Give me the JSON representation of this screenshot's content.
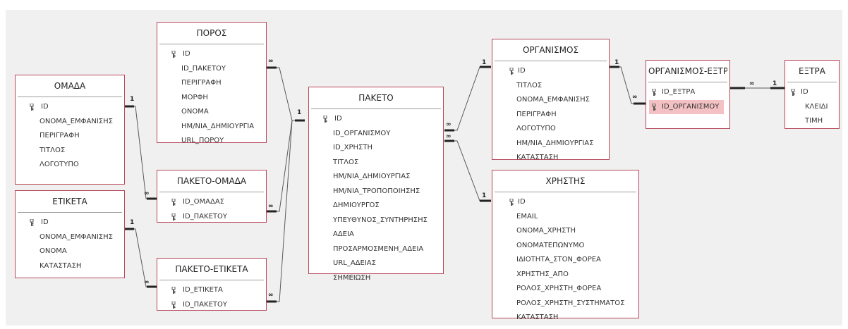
{
  "diagram": {
    "colors": {
      "pane_background": "#f0f0f0",
      "table_border": "#b7475a",
      "selected_field": "#f3c1c4",
      "relationship_line": "#5a5a5a"
    },
    "tables": {
      "poros": {
        "title": "ΠΟΡΟΣ",
        "fields": [
          "ID",
          "ID_ΠΑΚΕΤΟΥ",
          "ΠΕΡΙΓΡΑΦΗ",
          "ΜΟΡΦΗ",
          "ΟΝΟΜΑ",
          "ΗΜ/ΝΙΑ_ΔΗΜΙΟΥΡΓΙΑ",
          "URL_ΠΟΡΟΥ"
        ]
      },
      "omada": {
        "title": "ΟΜΑΔΑ",
        "fields": [
          "ID",
          "ΟΝΟΜΑ_ΕΜΦΑΝΙΣΗΣ",
          "ΠΕΡΙΓΡΑΦΗ",
          "ΤΙΤΛΟΣ",
          "ΛΟΓΟΤΥΠΟ"
        ]
      },
      "paketo_omada": {
        "title": "ΠΑΚΕΤΟ-ΟΜΑΔΑ",
        "fields": [
          "ID_ΟΜΑΔΑΣ",
          "ID_ΠΑΚΕΤΟΥ"
        ]
      },
      "etiketa": {
        "title": "ΕΤΙΚΕΤΑ",
        "fields": [
          "ID",
          "ΟΝΟΜΑ_ΕΜΦΑΝΙΣΗΣ",
          "ΟΝΟΜΑ",
          "ΚΑΤΑΣΤΑΣΗ"
        ]
      },
      "paketo_etiketa": {
        "title": "ΠΑΚΕΤΟ-ΕΤΙΚΕΤΑ",
        "fields": [
          "ID_ΕΤΙΚΕΤΑ",
          "ID_ΠΑΚΕΤΟΥ"
        ]
      },
      "paketo": {
        "title": "ΠΑΚΕΤΟ",
        "fields": [
          "ID",
          "ID_ΟΡΓΑΝΙΣΜΟΥ",
          "ID_ΧΡΗΣΤΗ",
          "ΤΙΤΛΟΣ",
          "ΗΜ/ΝΙΑ_ΔΗΜΙΟΥΡΓΙΑΣ",
          "ΗΜ/ΝΙΑ_ΤΡΟΠΟΠΟΙΗΣΗΣ",
          "ΔΗΜΙΟΥΡΓΟΣ",
          "ΥΠΕΥΘΥΝΟΣ_ΣΥΝΤΗΡΗΣΗΣ",
          "ΑΔΕΙΑ",
          "ΠΡΟΣΑΡΜΟΣΜΕΝΗ_ΑΔΕΙΑ",
          "URL_ΑΔΕΙΑΣ",
          "ΣΗΜΕΙΩΣΗ"
        ]
      },
      "organismos": {
        "title": "ΟΡΓΑΝΙΣΜΟΣ",
        "fields": [
          "ID",
          "ΤΙΤΛΟΣ",
          "ΟΝΟΜΑ_ΕΜΦΑΝΙΣΗΣ",
          "ΠΕΡΙΓΡΑΦΗ",
          "ΛΟΓΟΤΥΠΟ",
          "ΗΜ/ΝΙΑ_ΔΗΜΙΟΥΡΓΙΑΣ",
          "ΚΑΤΑΣΤΑΣΗ"
        ]
      },
      "xristis": {
        "title": "ΧΡΗΣΤΗΣ",
        "fields": [
          "ID",
          "EMAIL",
          "ΟΝΟΜΑ_ΧΡΗΣΤΗ",
          "ΟΝΟΜΑΤΕΠΩΝΥΜΟ",
          "ΙΔΙΟΤΗΤΑ_ΣΤΟΝ_ΦΟΡΕΑ",
          "ΧΡΗΣΤΗΣ_ΑΠΟ",
          "ΡΟΛΟΣ_ΧΡΗΣΤΗ_ΦΟΡΕΑ",
          "ΡΟΛΟΣ_ΧΡΗΣΤΗ_ΣΥΣΤΗΜΑΤΟΣ",
          "ΚΑΤΑΣΤΑΣΗ"
        ]
      },
      "organismos_extra": {
        "title": "ΟΡΓΑΝΙΣΜΟΣ-ΕΞΤΡΑ",
        "fields": [
          "ID_ΕΞΤΡΑ",
          "ID_ΟΡΓΑΝΙΣΜΟΥ"
        ],
        "selected_field": "ID_ΟΡΓΑΝΙΣΜΟΥ"
      },
      "extra": {
        "title": "ΕΞΤΡΑ",
        "fields": [
          "ID",
          "ΚΛΕΙΔΙ",
          "ΤΙΜΗ"
        ]
      }
    },
    "cardinality": {
      "one": "1",
      "many": "∞"
    }
  }
}
